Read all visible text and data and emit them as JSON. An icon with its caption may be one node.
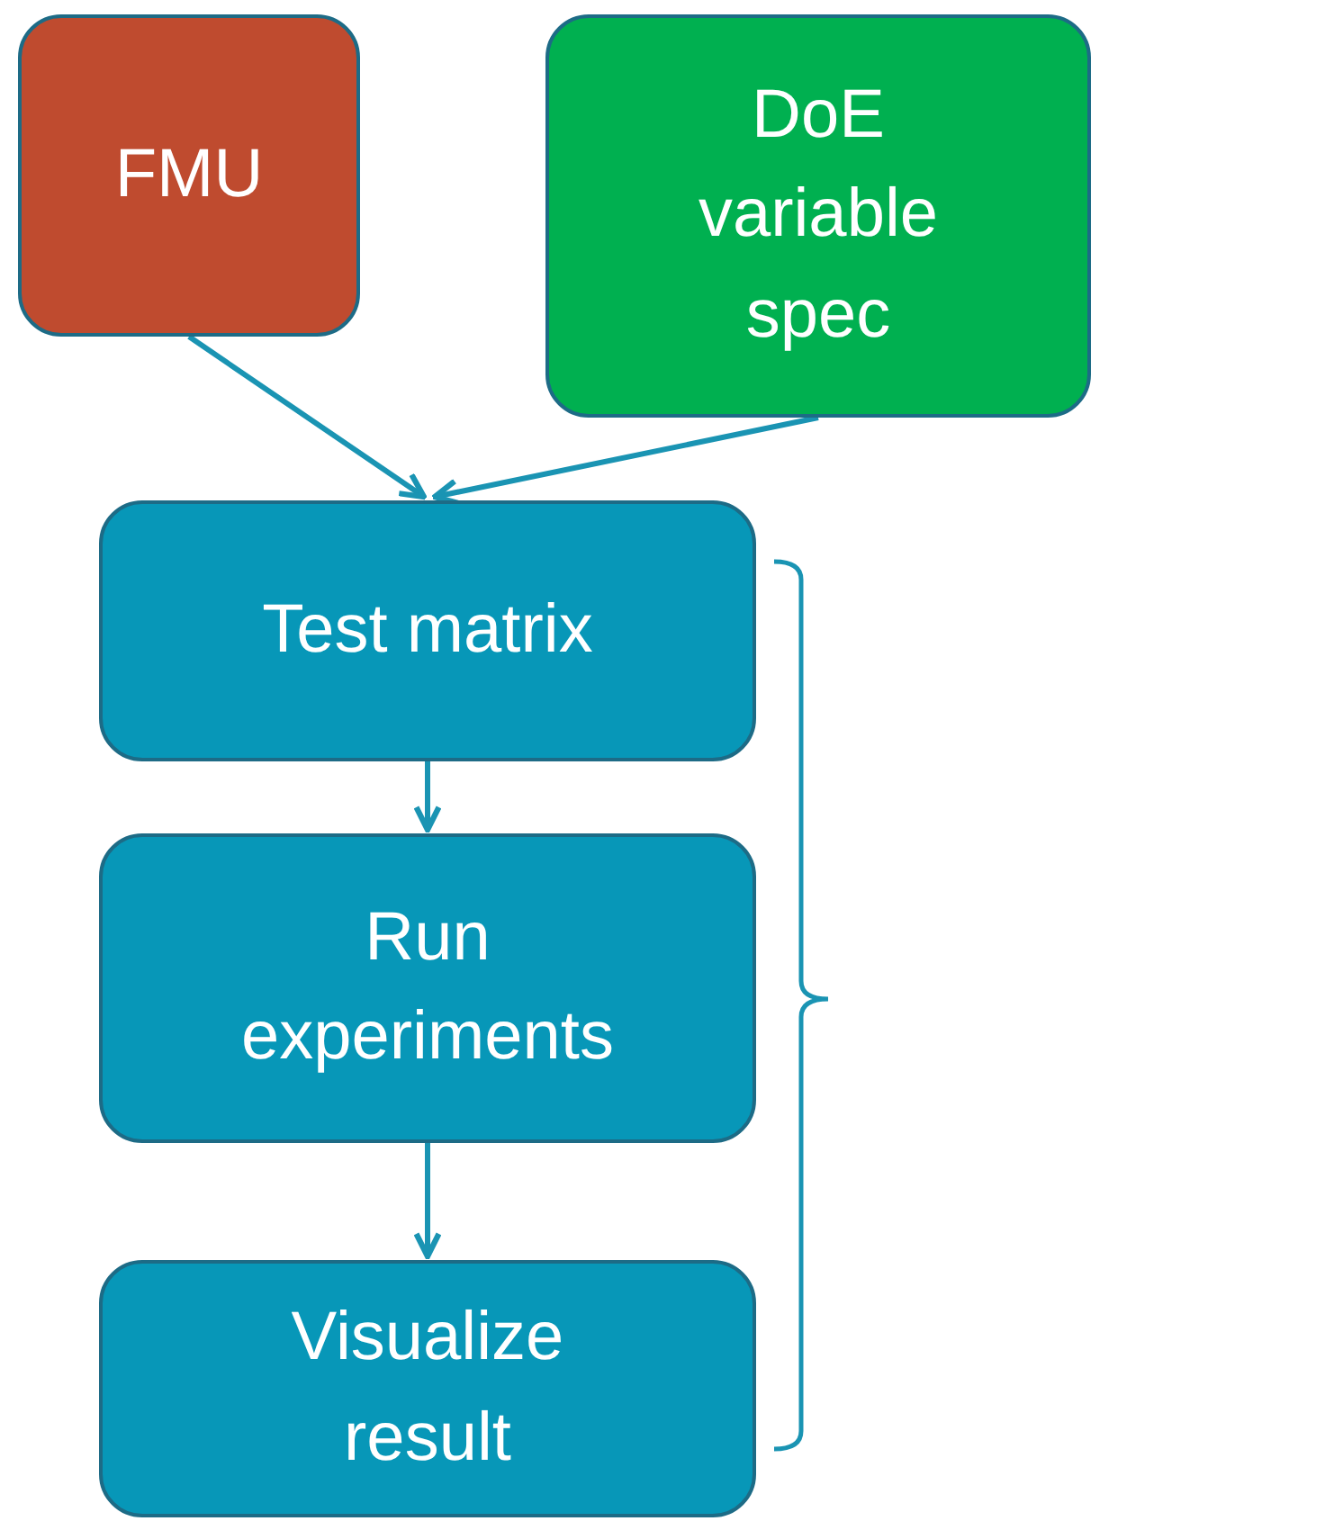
{
  "diagram": {
    "nodes": [
      {
        "text": [
          "FMU"
        ]
      },
      {
        "text": [
          "DoE variable spec"
        ]
      },
      {
        "text": [
          "Test matrix"
        ]
      },
      {
        "text": [
          "Run experiments"
        ]
      },
      {
        "text": [
          "Visualize result"
        ]
      }
    ],
    "edges": [
      {
        "from": 0,
        "to": 2,
        "arrow": "to"
      },
      {
        "from": 1,
        "to": 2,
        "arrow": "to"
      },
      {
        "from": 2,
        "to": 3,
        "arrow": "to"
      },
      {
        "from": 3,
        "to": 4,
        "arrow": "to"
      }
    ]
  }
}
